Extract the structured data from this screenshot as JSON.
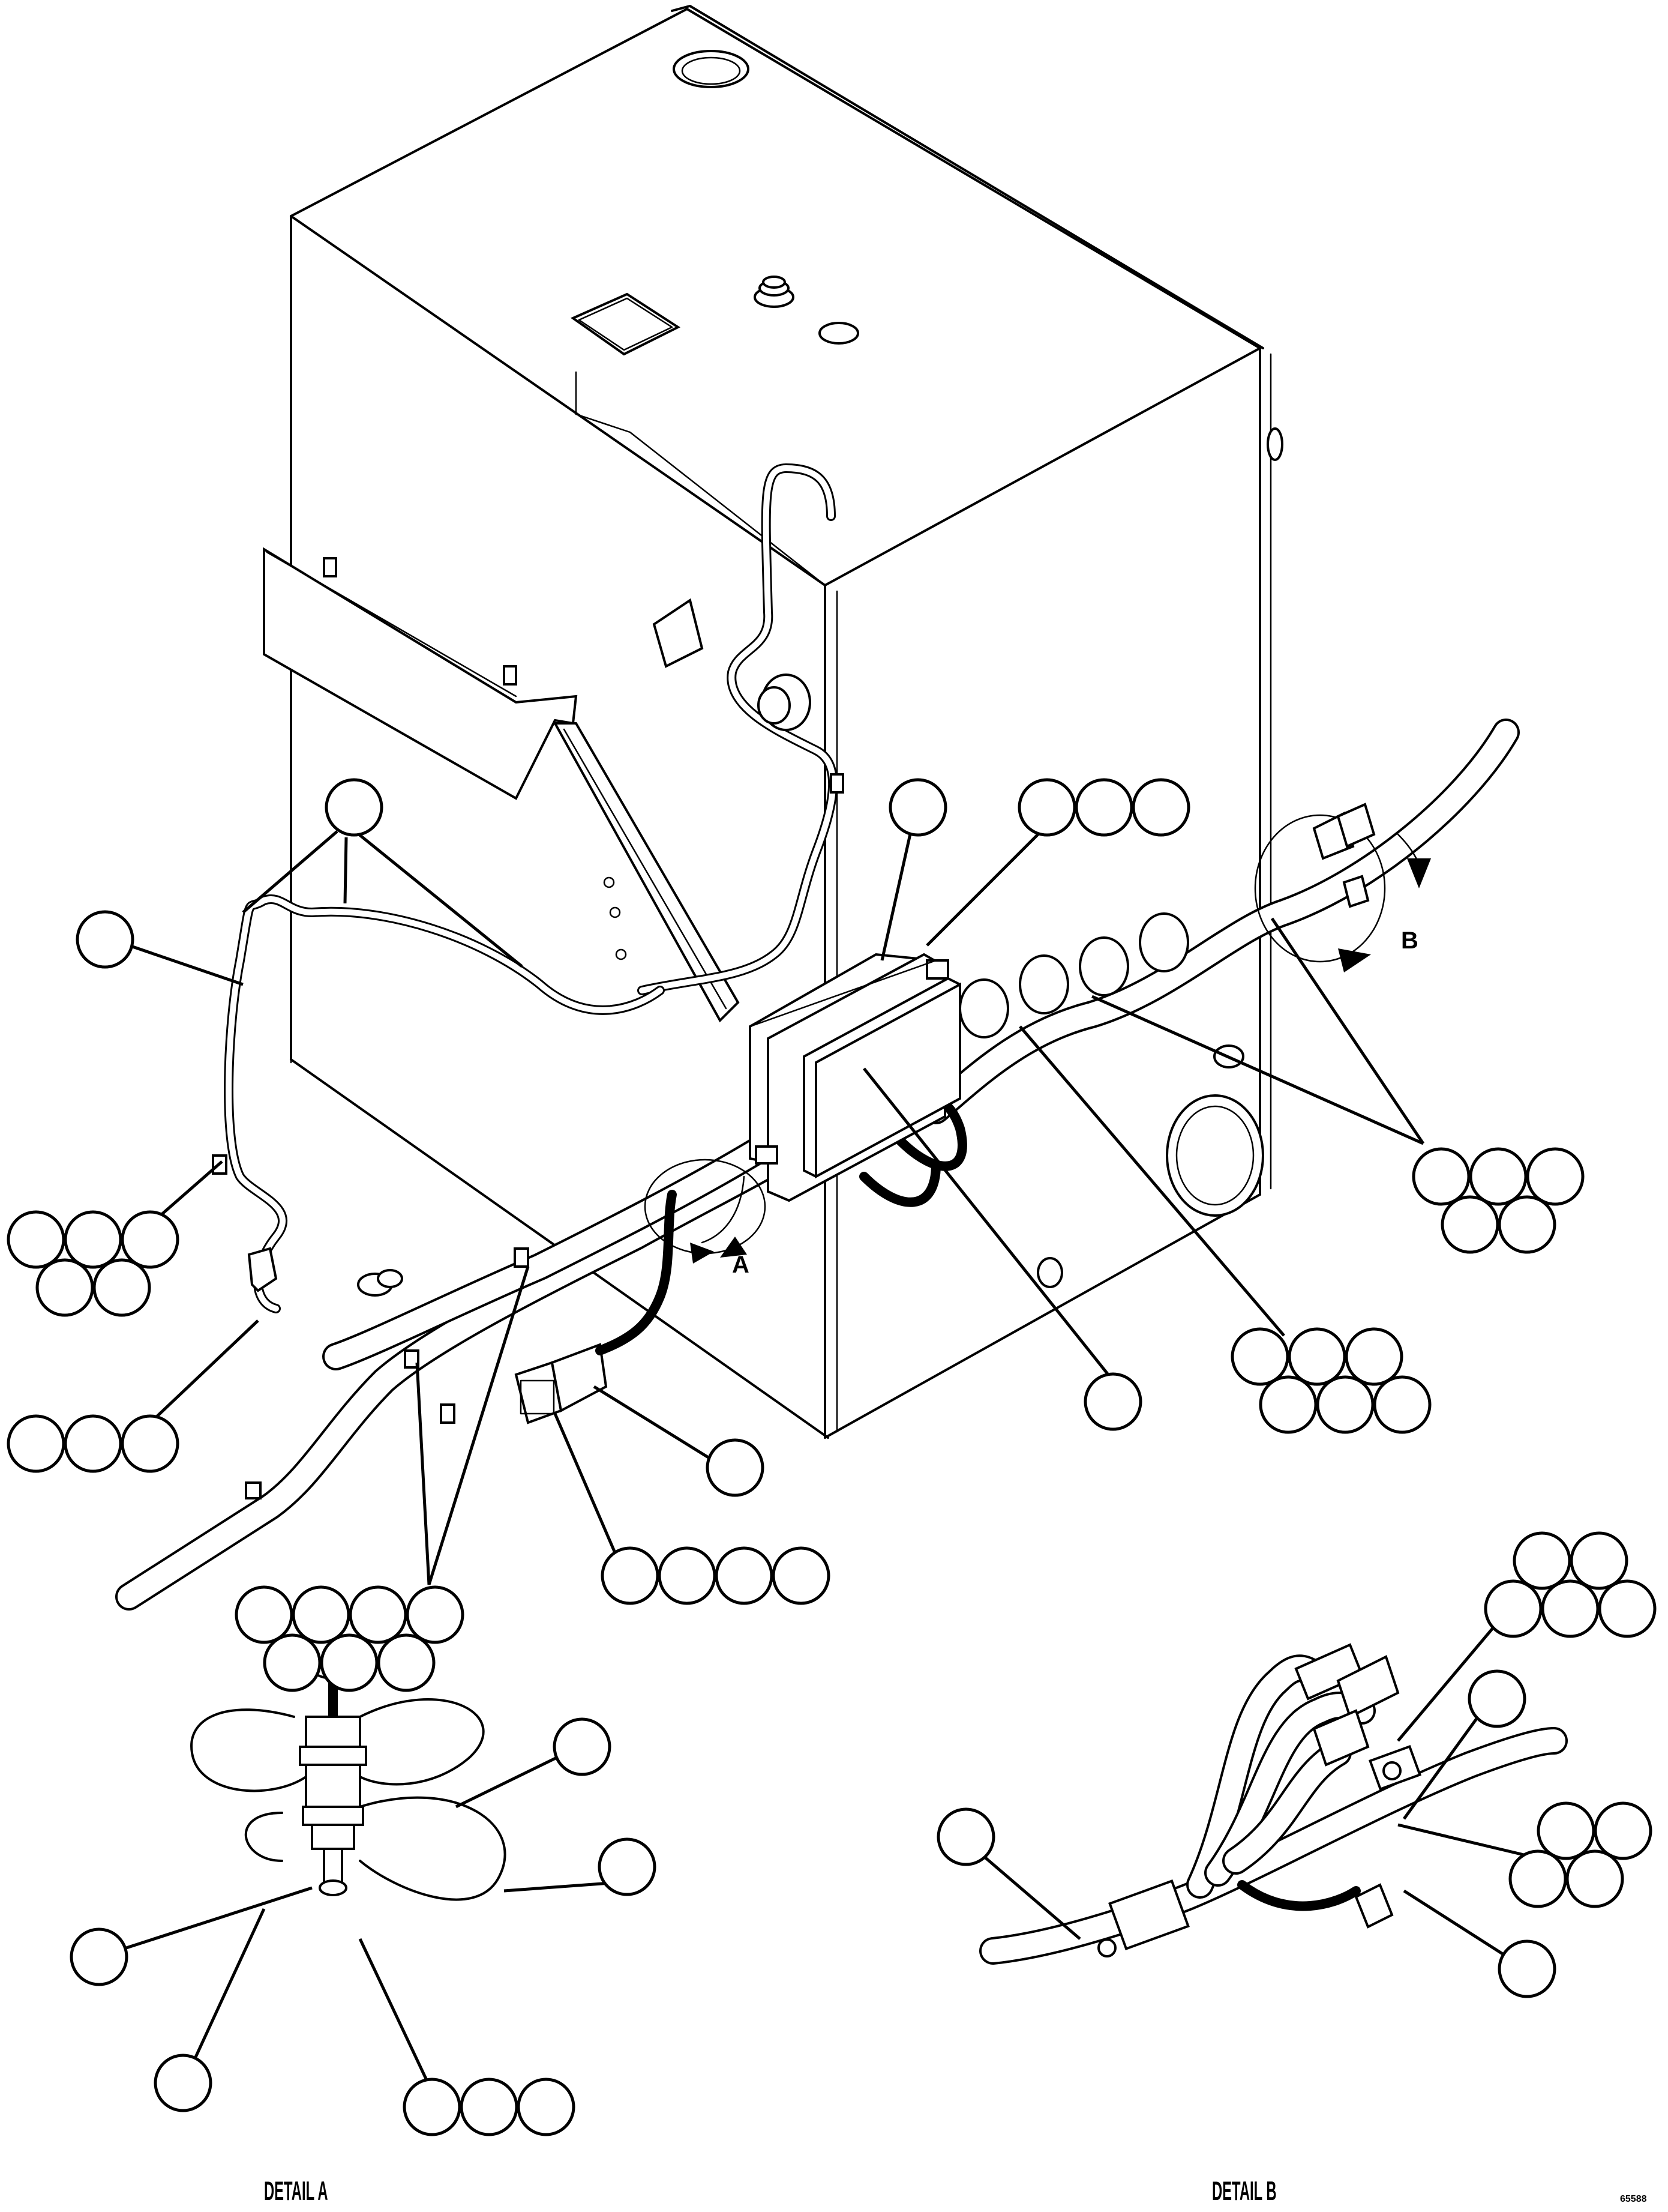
{
  "labels": {
    "detail_a_marker": "A",
    "detail_b_marker": "B",
    "detail_a_caption": "DETAIL A",
    "detail_b_caption": "DETAIL B",
    "figure_number": "65588"
  },
  "callout_groups": [
    {
      "id": "clip-group-top",
      "bubbles": 1,
      "values": []
    },
    {
      "id": "harness-left",
      "bubbles": 1,
      "values": []
    },
    {
      "id": "controller-top",
      "bubbles": 1,
      "values": []
    },
    {
      "id": "bracket-hardware",
      "bubbles": 3,
      "values": []
    },
    {
      "id": "clamp-group-right",
      "bubbles": 5,
      "values": []
    },
    {
      "id": "controller-body",
      "bubbles": 1,
      "values": []
    },
    {
      "id": "harness-main",
      "bubbles": 6,
      "values": []
    },
    {
      "id": "left-hardware-a",
      "bubbles": 5,
      "values": []
    },
    {
      "id": "left-hardware-b",
      "bubbles": 3,
      "values": []
    },
    {
      "id": "connector-plug",
      "bubbles": 1,
      "values": []
    },
    {
      "id": "connector-hardware",
      "bubbles": 4,
      "values": []
    },
    {
      "id": "clip-group-bottom",
      "bubbles": 7,
      "values": []
    },
    {
      "id": "detail-a-clip-upper",
      "bubbles": 1,
      "values": []
    },
    {
      "id": "detail-a-clip-lower",
      "bubbles": 1,
      "values": []
    },
    {
      "id": "detail-a-body",
      "bubbles": 1,
      "values": []
    },
    {
      "id": "detail-a-strap",
      "bubbles": 1,
      "values": []
    },
    {
      "id": "detail-a-bolt",
      "bubbles": 3,
      "values": []
    },
    {
      "id": "detail-b-connector",
      "bubbles": 5,
      "values": []
    },
    {
      "id": "detail-b-sleeve",
      "bubbles": 1,
      "values": []
    },
    {
      "id": "detail-b-harness",
      "bubbles": 1,
      "values": []
    },
    {
      "id": "detail-b-clamp",
      "bubbles": 4,
      "values": []
    },
    {
      "id": "detail-b-clip",
      "bubbles": 1,
      "values": []
    }
  ]
}
